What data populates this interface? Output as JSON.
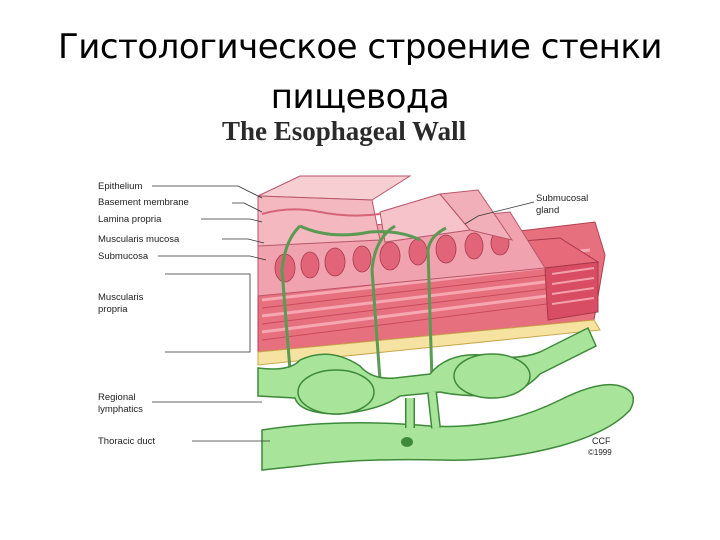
{
  "slide": {
    "title_line1": "Гистологическое строение стенки",
    "title_line2": "пищевода"
  },
  "figure": {
    "title": "The Esophageal Wall",
    "labels": {
      "epithelium": "Epithelium",
      "basement_membrane": "Basement membrane",
      "lamina_propria": "Lamina propria",
      "muscularis_mucosa": "Muscularis mucosa",
      "submucosa": "Submucosa",
      "muscularis_propria_1": "Muscularis",
      "muscularis_propria_2": "propria",
      "regional_lymphatics_1": "Regional",
      "regional_lymphatics_2": "lymphatics",
      "thoracic_duct": "Thoracic duct",
      "submucosal_gland_1": "Submucosal",
      "submucosal_gland_2": "gland"
    },
    "credit_1": "CCF",
    "credit_2": "©1999",
    "colors": {
      "epithelium": "#f5c8cc",
      "muscle": "#e66a7a",
      "submucosa": "#f3b7c0",
      "fat": "#f6e7a6",
      "lymph": "#a8e59a",
      "lymph_dark": "#4f9a4a"
    }
  }
}
